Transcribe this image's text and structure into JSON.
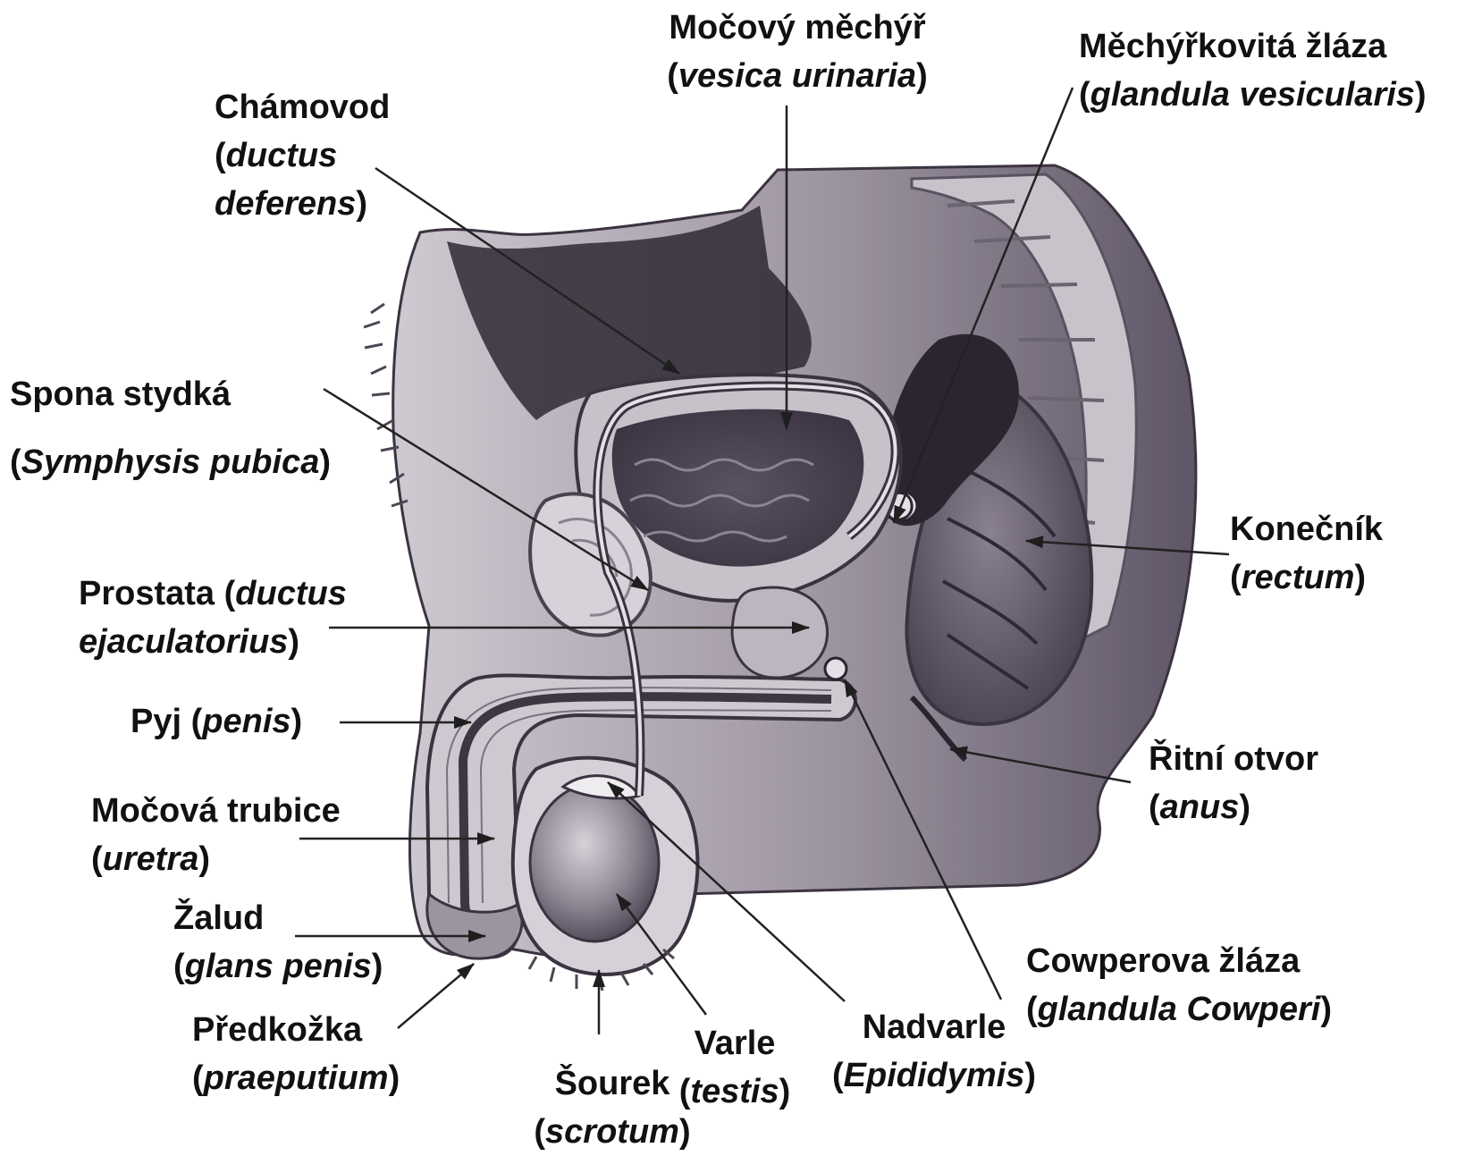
{
  "labels": {
    "mocovy_mechyr": {
      "name": "Močový měchýř",
      "latin": "vesica urinaria"
    },
    "mechyrkovita_zlaza": {
      "name": "Měchýřkovitá žláza",
      "latin": "glandula vesicularis"
    },
    "chamovod": {
      "name": "Chámovod",
      "latin_1": "ductus",
      "latin_2": "deferens"
    },
    "spona_stydka": {
      "name": "Spona stydká",
      "latin": "Symphysis pubica"
    },
    "konecnik": {
      "name": "Konečník",
      "latin": "rectum"
    },
    "prostata": {
      "name": "Prostata",
      "latin_1": "ductus",
      "latin_2": "ejaculatorius"
    },
    "pyj": {
      "name": "Pyj",
      "latin": "penis"
    },
    "ritni_otvor": {
      "name": "Řitní otvor",
      "latin": "anus"
    },
    "mocova_trubice": {
      "name": "Močová trubice",
      "latin": "uretra"
    },
    "zalud": {
      "name": "Žalud",
      "latin": "glans penis"
    },
    "cowperova_zlaza": {
      "name": "Cowperova žláza",
      "latin": "glandula Cowperi"
    },
    "predkozka": {
      "name": "Předkožka",
      "latin": "praeputium"
    },
    "nadvarle": {
      "name": "Nadvarle",
      "latin": "Epididymis"
    },
    "varle": {
      "name": "Varle",
      "latin": "testis"
    },
    "sourek": {
      "name": "Šourek",
      "latin": "scrotum"
    }
  },
  "colors": {
    "tissue_dark": "#4a4250",
    "tissue_mid": "#8a8090",
    "tissue_light": "#bdb6c0",
    "tissue_pale": "#dcd7dd",
    "leader": "#2a2a2a",
    "text": "#111111"
  }
}
